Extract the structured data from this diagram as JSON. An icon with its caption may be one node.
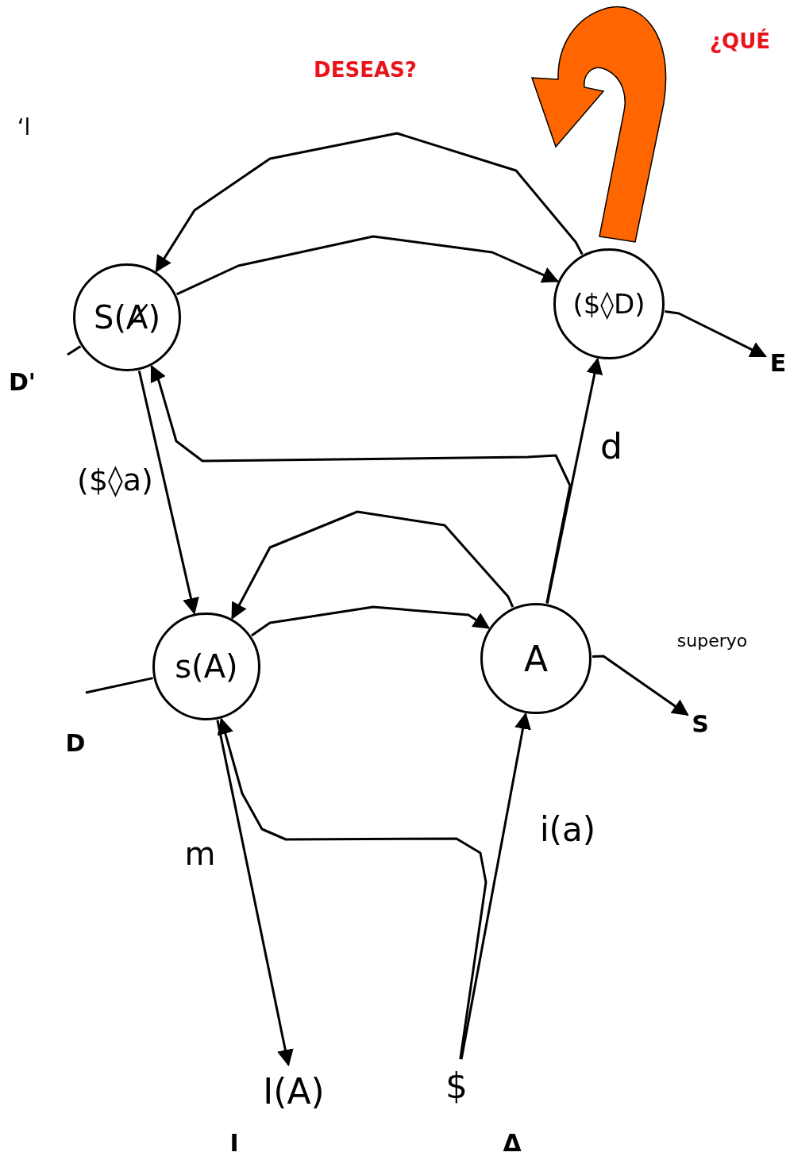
{
  "diagram": {
    "nodes": [
      {
        "text": [
          "S(Ⱥ)"
        ]
      },
      {
        "text": [
          "($◊D)"
        ]
      },
      {
        "text": [
          "s(A)"
        ]
      },
      {
        "text": [
          "A"
        ]
      },
      {
        "text": [
          "I(A)"
        ]
      },
      {
        "text": [
          "$"
        ]
      },
      {
        "text": [
          "E"
        ]
      },
      {
        "text": [
          "S"
        ]
      }
    ],
    "edges": [
      {
        "from": 1,
        "to": 0,
        "arrow": "to"
      },
      {
        "from": 0,
        "to": 1,
        "arrow": "to"
      },
      {
        "from": 3,
        "to": 2,
        "arrow": "to"
      },
      {
        "from": 2,
        "to": 3,
        "arrow": "to"
      },
      {
        "from": 0,
        "to": 2,
        "arrow": "to"
      },
      {
        "from": 2,
        "to": 4,
        "arrow": "to"
      },
      {
        "from": 5,
        "to": 3,
        "arrow": "to"
      },
      {
        "from": 3,
        "to": 1,
        "arrow": "to"
      },
      {
        "from": 5,
        "to": 2,
        "arrow": "to"
      },
      {
        "from": 3,
        "to": 0,
        "arrow": "to"
      },
      {
        "from": 1,
        "to": 6,
        "arrow": "to"
      },
      {
        "from": 3,
        "to": 7,
        "arrow": "to"
      },
      {
        "from": null,
        "to": 0,
        "arrow": "none"
      },
      {
        "from": null,
        "to": 2,
        "arrow": "none"
      }
    ],
    "labels": [
      "¿QUÉ",
      "DESEAS?",
      "‘l",
      "D'",
      "($◊a)",
      "d",
      "superyo",
      "D",
      "m",
      "i(a)",
      "I",
      "Δ"
    ]
  }
}
